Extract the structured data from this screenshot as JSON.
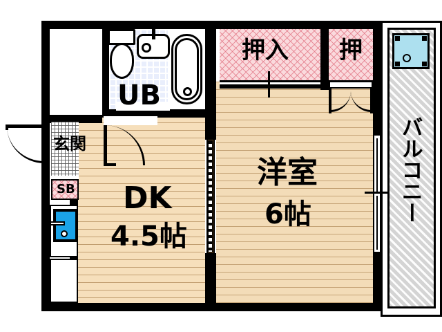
{
  "plan": {
    "type": "japanese-apartment-floor-plan",
    "layout_code": "1DK",
    "background_color": "#ffffff",
    "wall_color": "#000000"
  },
  "rooms": [
    {
      "id": "western-room",
      "name_line1": "洋室",
      "name_line2": "6帖",
      "size_jo": 6,
      "floor": "wood",
      "floor_color": "#f3dcb8"
    },
    {
      "id": "dining-kitchen",
      "name_line1": "DK",
      "name_line2": "4.5帖",
      "size_jo": 4.5,
      "floor": "wood",
      "floor_color": "#f6dfbb"
    },
    {
      "id": "unit-bath",
      "name_line1": "UB",
      "floor": "tile",
      "floor_color": "#e9eefc"
    },
    {
      "id": "balcony",
      "name_line1": "バルコニー",
      "floor": "hatched",
      "floor_color": "#d4d4d4"
    }
  ],
  "closets": [
    {
      "id": "closet-large",
      "label": "押入",
      "fill_color": "#fadadd",
      "door_type": "sliding"
    },
    {
      "id": "closet-small",
      "label": "押",
      "fill_color": "#fadadd",
      "door_type": "double-swing"
    }
  ],
  "storage": [
    {
      "id": "shoe-box",
      "label": "SB",
      "fill_color": "#fadadd"
    }
  ],
  "entrance": {
    "id": "genkan",
    "label": "玄関",
    "floor": "tile-grid",
    "floor_color": "#ffffff",
    "door_type": "swing-out"
  },
  "fixtures": [
    {
      "id": "toilet",
      "name": "toilet"
    },
    {
      "id": "wash-basin",
      "name": "wash-basin"
    },
    {
      "id": "bathtub",
      "name": "bathtub"
    },
    {
      "id": "kitchen-sink",
      "name": "kitchen-sink",
      "color": "#1BA3E8"
    },
    {
      "id": "washer-pan",
      "name": "washing-machine-pan",
      "color": "#ade0ef"
    }
  ],
  "doors": [
    {
      "id": "entrance-door",
      "type": "swing"
    },
    {
      "id": "dk-hall-door",
      "type": "swing"
    },
    {
      "id": "dk-room-sliding-door",
      "type": "sliding"
    },
    {
      "id": "balcony-sliding-door",
      "type": "sliding"
    },
    {
      "id": "closet-large-door",
      "type": "sliding"
    },
    {
      "id": "closet-small-door",
      "type": "double-swing"
    }
  ]
}
